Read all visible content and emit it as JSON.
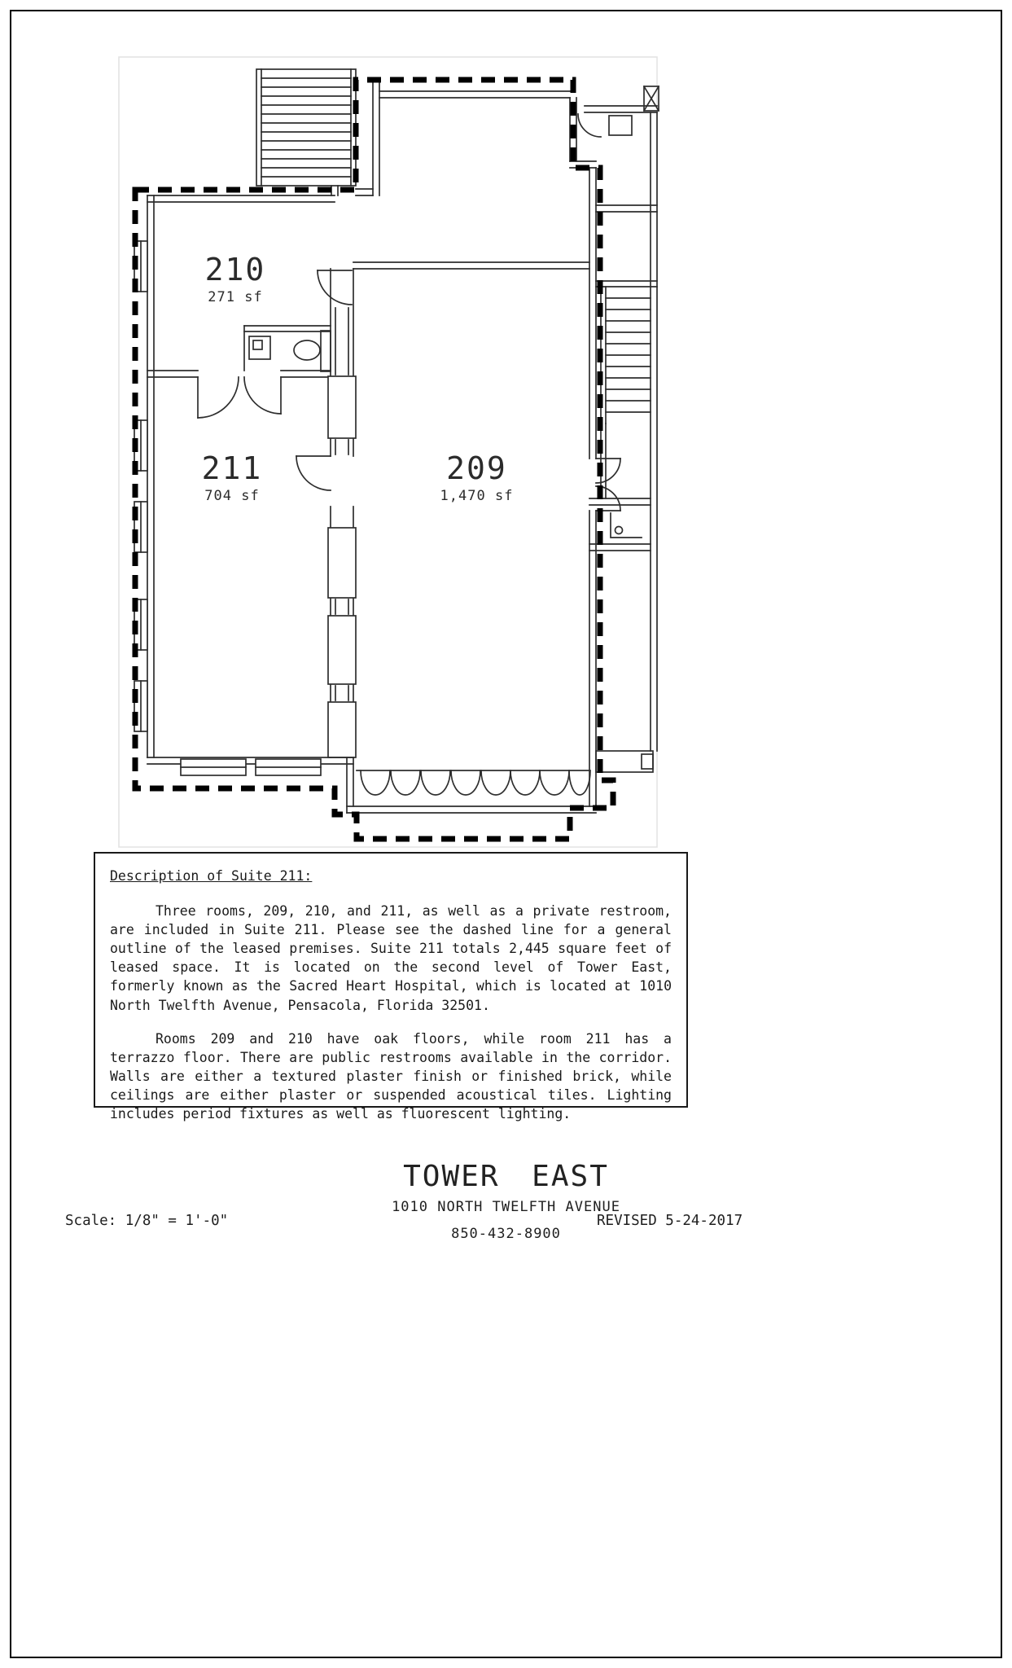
{
  "floor_plan": {
    "rooms": [
      {
        "number": "210",
        "area": "271 sf"
      },
      {
        "number": "211",
        "area": "704 sf"
      },
      {
        "number": "209",
        "area": "1,470 sf"
      }
    ]
  },
  "description": {
    "heading": "Description of Suite 211:",
    "paragraphs": [
      "Three rooms, 209, 210, and 211, as well as a private restroom, are included in Suite 211.  Please see the dashed line for a general outline of the leased premises.  Suite 211 totals 2,445 square feet of leased space.  It is located on the second level of Tower East, formerly known as the Sacred Heart Hospital, which is located at 1010 North Twelfth Avenue, Pensacola, Florida 32501.",
      "Rooms 209 and 210 have oak floors, while room 211 has a terrazzo floor.  There are public restrooms available in the corridor.  Walls are either a textured plaster finish or finished brick, while ceilings are either plaster or suspended acoustical tiles.  Lighting includes period fixtures as well as fluorescent lighting."
    ]
  },
  "footer": {
    "title": "TOWER EAST",
    "address": "1010 NORTH TWELFTH AVENUE",
    "phone": "850-432-8900",
    "scale": "Scale: 1/8\" = 1'-0\"",
    "revised": "REVISED 5-24-2017"
  },
  "colors": {
    "line": "#2e2e2e",
    "boundary": "#000000",
    "background": "#ffffff"
  }
}
